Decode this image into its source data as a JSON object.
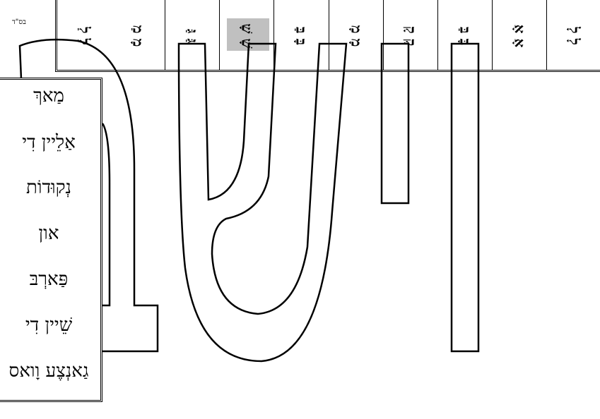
{
  "header_mark": "בס\"ד",
  "columns": [
    "לָ לָ",
    "אָ אָ",
    "בָּ בַּ",
    "קָ קָ",
    "מָ מָ",
    "בָּ בַּ",
    "שָׁ שָׁ",
    "גַּ גַּ",
    "מָ מַ",
    "לַ לַ"
  ],
  "highlighted_column": 3,
  "words": [
    "מַאךְ",
    "אַלֵיין דִי",
    "נְקוּדוֹת",
    "און",
    "פַּארְבּ",
    "שֵׁיין דִי",
    "גַאנְצֶע וָואס"
  ]
}
